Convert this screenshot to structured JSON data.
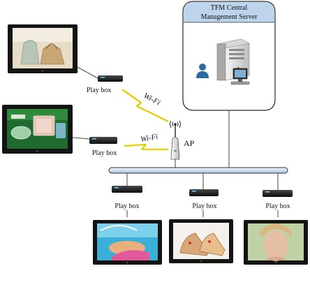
{
  "server": {
    "title_line1": "TFM Central",
    "title_line2": "Management Server"
  },
  "ap_label": "AP",
  "wifi_label": "Wi-Fi",
  "play_box_label": "Play box",
  "colors": {
    "server_header": "#bcd4ec",
    "bus": "#dbe8f6",
    "bolt": "#f2e21a",
    "screen_frame": "#141414"
  }
}
